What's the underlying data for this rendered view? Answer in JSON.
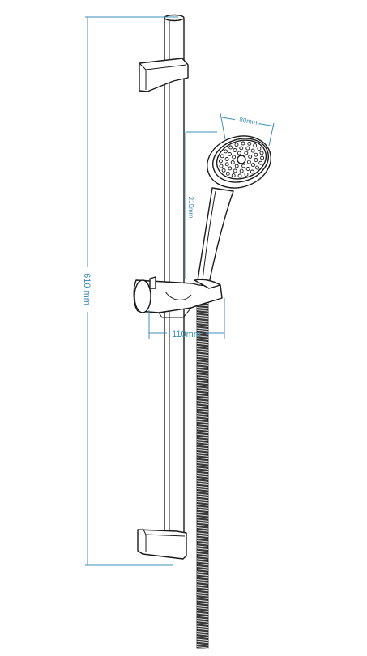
{
  "dimensions": {
    "height_label": "610 mm",
    "head_width_label": "80mm",
    "head_height_label": "210mm",
    "slider_width_label": "110mm"
  },
  "colors": {
    "dimension_line": "#3b8fb8",
    "outline": "#1a1a1a",
    "background": "#ffffff"
  }
}
